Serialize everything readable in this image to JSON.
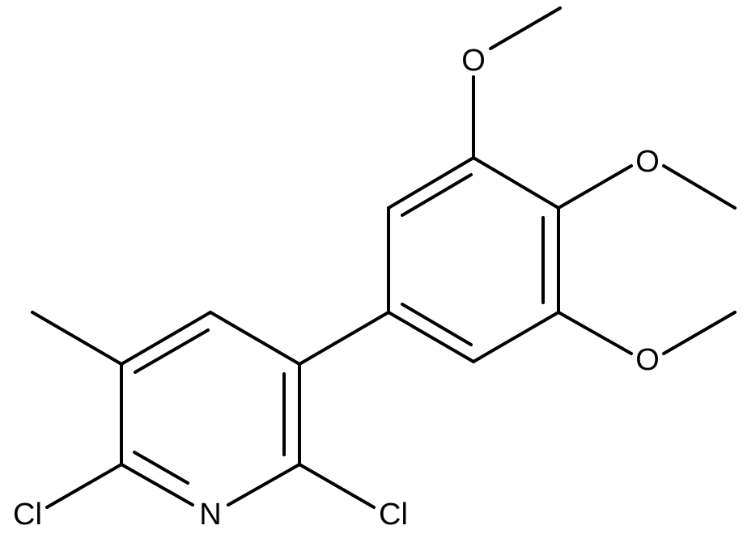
{
  "molecule": {
    "atoms": {
      "n1": "N",
      "cl_left": "Cl",
      "cl_right": "Cl",
      "o_top": "O",
      "o_mid": "O",
      "o_low": "O"
    }
  },
  "colors": {
    "bond": "#000000",
    "label": "#000000",
    "background": "#ffffff"
  }
}
